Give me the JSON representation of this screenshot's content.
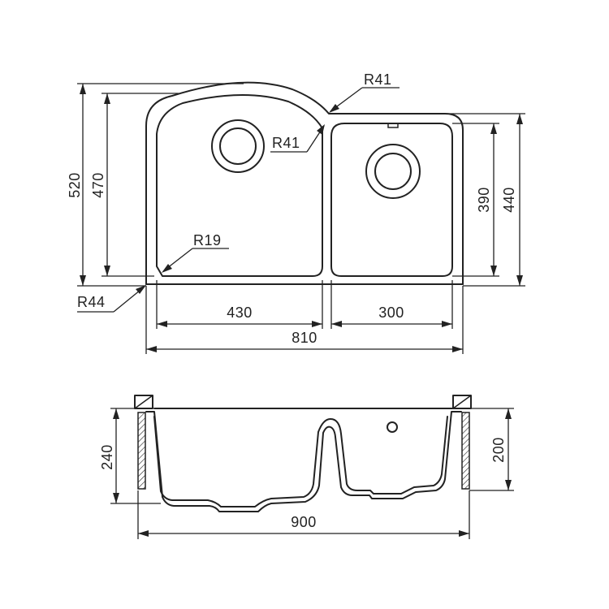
{
  "top_view": {
    "radius_top": "R41",
    "radius_inner": "R41",
    "radius_corner_small": "R19",
    "radius_corner_large": "R44",
    "height_total": "520",
    "height_left_bowl": "470",
    "height_right_bowl": "390",
    "height_right_outer": "440",
    "width_left_bowl": "430",
    "width_right_bowl": "300",
    "width_total": "810"
  },
  "side_view": {
    "depth_left": "240",
    "depth_right": "200",
    "width_total": "900"
  },
  "colors": {
    "line": "#222222",
    "background": "#ffffff"
  }
}
